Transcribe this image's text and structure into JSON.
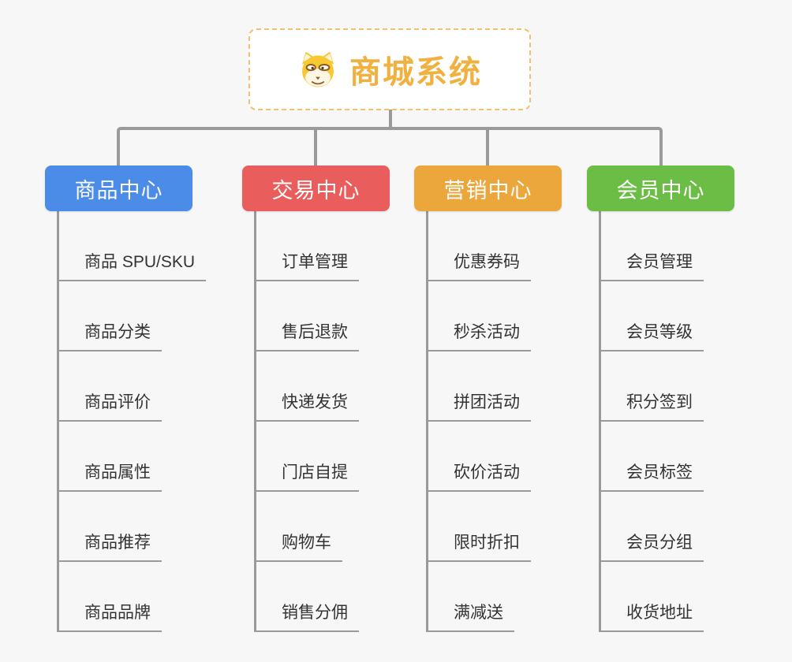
{
  "root": {
    "title": "商城系统",
    "icon": "dog-icon"
  },
  "colors": {
    "root_border": "#f4bf6e",
    "root_title": "#f0b140",
    "connector": "#9a9a9a",
    "child_text": "#333333",
    "branch_product": "#4a8ce8",
    "branch_trade": "#e95d5d",
    "branch_marketing": "#eba73c",
    "branch_member": "#6cbd45"
  },
  "branches": [
    {
      "id": "product",
      "label": "商品中心",
      "color": "#4a8ce8",
      "children": [
        "商品 SPU/SKU",
        "商品分类",
        "商品评价",
        "商品属性",
        "商品推荐",
        "商品品牌"
      ]
    },
    {
      "id": "trade",
      "label": "交易中心",
      "color": "#e95d5d",
      "children": [
        "订单管理",
        "售后退款",
        "快递发货",
        "门店自提",
        "购物车",
        "销售分佣"
      ]
    },
    {
      "id": "marketing",
      "label": "营销中心",
      "color": "#eba73c",
      "children": [
        "优惠券码",
        "秒杀活动",
        "拼团活动",
        "砍价活动",
        "限时折扣",
        "满减送"
      ]
    },
    {
      "id": "member",
      "label": "会员中心",
      "color": "#6cbd45",
      "children": [
        "会员管理",
        "会员等级",
        "积分签到",
        "会员标签",
        "会员分组",
        "收货地址"
      ]
    }
  ]
}
